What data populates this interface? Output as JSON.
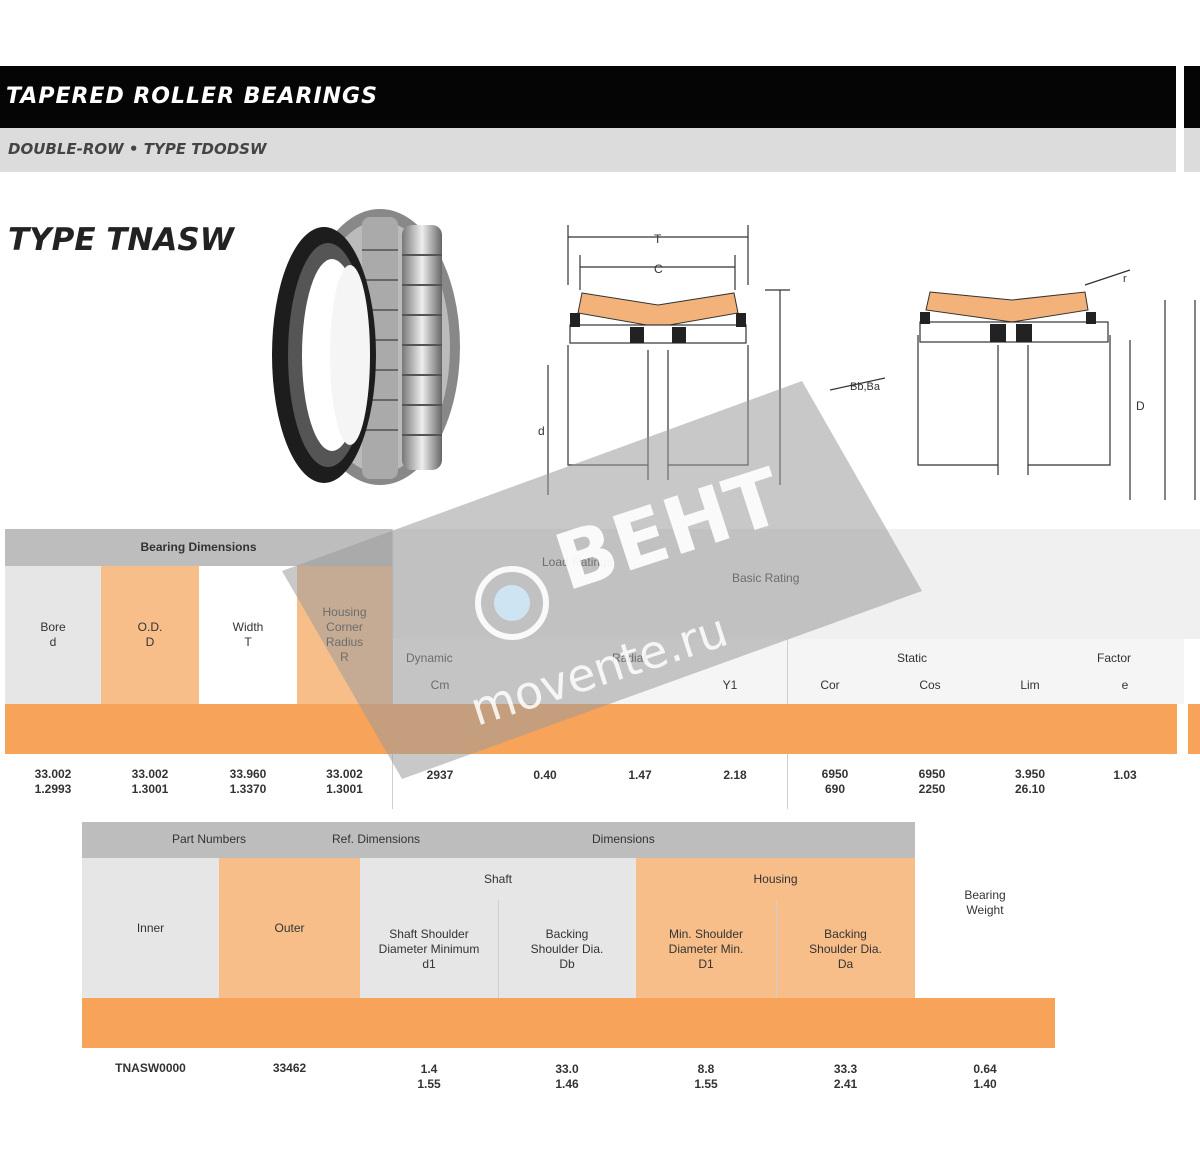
{
  "header": {
    "title": "TAPERED ROLLER BEARINGS",
    "subtitle": "DOUBLE-ROW • TYPE TDODSW"
  },
  "type_title": "TYPE TNASW",
  "diagram_labels": {
    "width_t": "T",
    "width_c": "C",
    "bore_d": "d",
    "fillet_r": "r",
    "outer_d": "D",
    "small_label": "Bb,Ba"
  },
  "table1": {
    "group_header": "Bearing Dimensions",
    "right_header_a": "Load Ratings",
    "right_header_b": "Basic Rating",
    "cols": {
      "bore": "Bore\nd",
      "od": "O.D.\nD",
      "width": "Width\nT",
      "radius": "Housing\nCorner\nRadius\nR"
    },
    "sub_dyn": "Dynamic",
    "sub_dyn2": "Radial",
    "sub_static": "Static",
    "sub_factor": "Factor",
    "units": [
      "Cm",
      "",
      "Y1",
      "Cor",
      "Cos",
      "Lim",
      "e"
    ],
    "row": {
      "bore": "33.002\n1.2993",
      "od": "33.002\n1.3001",
      "width": "33.960\n1.3370",
      "radius": "33.002\n1.3001",
      "dyn": "2937",
      "v1": "0.40",
      "v2": "1.47",
      "v3": "2.18",
      "s1": "6950\n690",
      "s2": "6950\n2250",
      "s3": "3.950\n26.10",
      "factor": "1.03"
    }
  },
  "table2": {
    "part_header": "Part Numbers",
    "ref_header": "Ref. Dimensions",
    "dim_header": "Dimensions",
    "col_inner": "Inner",
    "col_outer": "Outer",
    "shaft": "Shaft",
    "housing": "Housing",
    "shaft_min": "Shaft Shoulder\nDiameter Minimum\nd1",
    "shaft_max": "Backing\nShoulder Dia.\nDb",
    "housing_min": "Min. Shoulder\nDiameter Min.\nD1",
    "housing_max": "Backing\nShoulder Dia.\nDa",
    "weight": "Bearing\nWeight",
    "row": {
      "inner": "TNASW0000",
      "outer": "33462",
      "a": "1.4\n1.55",
      "b": "33.0\n1.46",
      "c": "8.8\n1.55",
      "d": "33.3\n2.41",
      "e": "0.64\n1.40"
    }
  },
  "watermark": {
    "brand": "BEHT",
    "site": "movente.ru"
  },
  "colors": {
    "orange": "#f7a35a",
    "peach": "#f8be8a",
    "gray": "#bdbdbd",
    "black": "#050505"
  }
}
